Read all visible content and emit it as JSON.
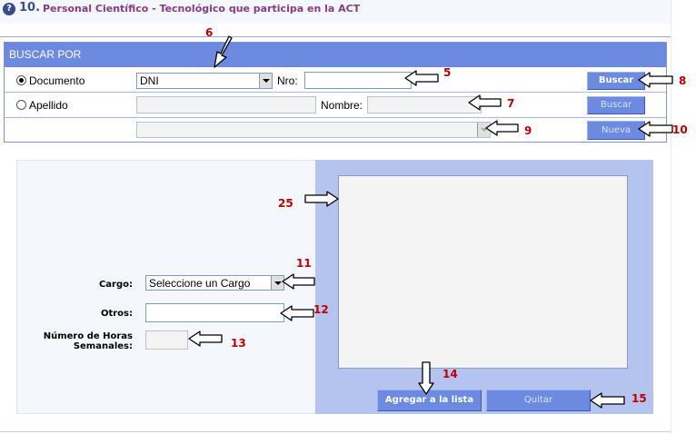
{
  "header": {
    "section_number": "10.",
    "title": "Personal Científico - Tecnológico que participa en la ACT"
  },
  "search": {
    "header_label": "BUSCAR POR",
    "row1": {
      "radio_label": "Documento",
      "doc_type": "DNI",
      "nro_label": "Nro:",
      "nro_value": "",
      "button": "Buscar"
    },
    "row2": {
      "radio_label": "Apellido",
      "apellido_value": "",
      "nombre_label": "Nombre:",
      "nombre_value": "",
      "button": "Buscar"
    },
    "row3": {
      "select_value": "",
      "button": "Nueva"
    }
  },
  "form": {
    "cargo_label": "Cargo:",
    "cargo_value": "Seleccione un Cargo",
    "otros_label": "Otros:",
    "otros_value": "",
    "horas_label_1": "Número de Horas",
    "horas_label_2": "Semanales:",
    "horas_value": "",
    "add_button": "Agregar a la lista",
    "remove_button": "Quitar"
  },
  "annotations": {
    "n5": "5",
    "n6": "6",
    "n7": "7",
    "n8": "8",
    "n9": "9",
    "n10": "10",
    "n11": "11",
    "n12": "12",
    "n13": "13",
    "n14": "14",
    "n15": "15",
    "n25": "25"
  },
  "colors": {
    "accent": "#6b8ae0",
    "panel": "#b5c3ef",
    "annotation": "#c00000"
  }
}
